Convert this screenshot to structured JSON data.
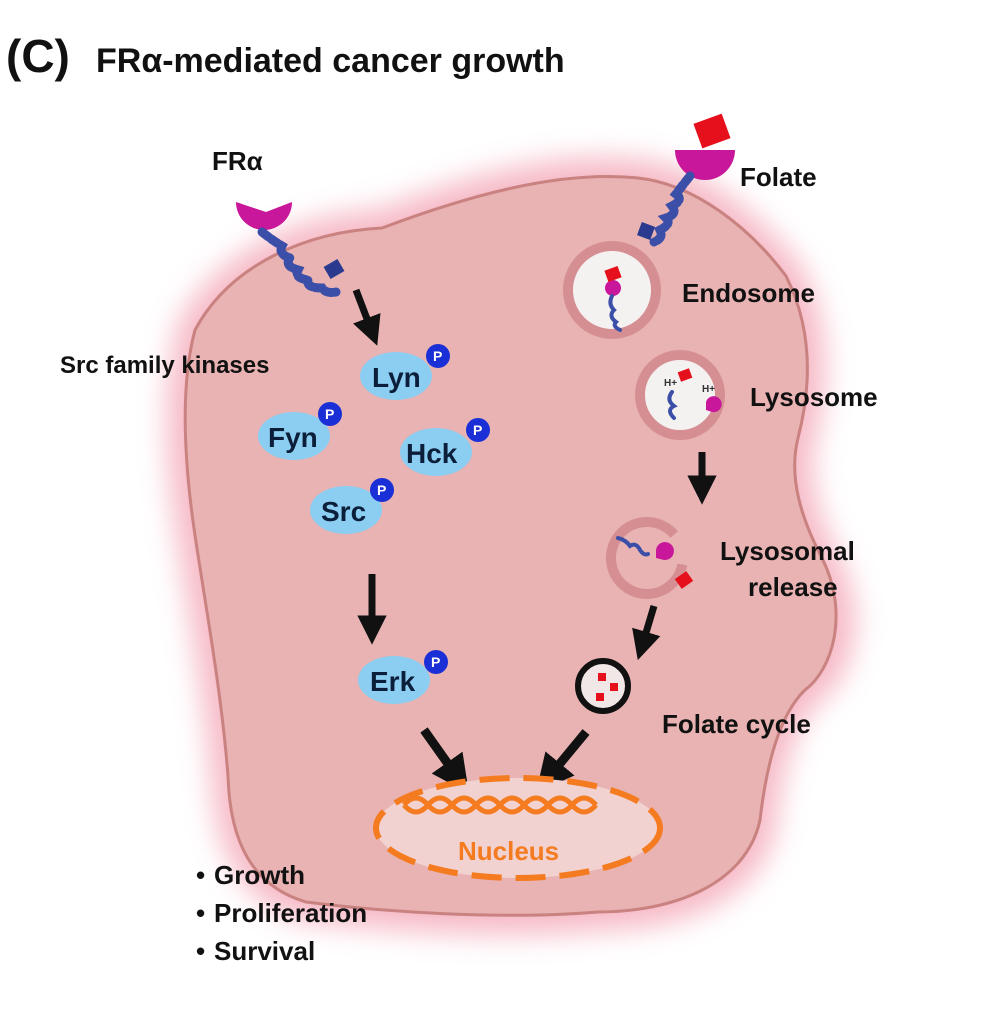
{
  "header": {
    "panel_label": "(C)",
    "title": "FRα-mediated cancer growth"
  },
  "labels": {
    "receptor": "FRα",
    "ligand": "Folate",
    "endosome": "Endosome",
    "lysosome": "Lysosome",
    "lysosomal_release_line1": "Lysosomal",
    "lysosomal_release_line2": "release",
    "folate_cycle": "Folate cycle",
    "src_family": "Src family  kinases",
    "nucleus": "Nucleus"
  },
  "kinases": {
    "lyn": "Lyn",
    "fyn": "Fyn",
    "hck": "Hck",
    "src": "Src",
    "erk": "Erk",
    "phospho": "P"
  },
  "lysosome_ions": {
    "left": "H+",
    "right": "H+"
  },
  "outcomes": {
    "bullet": "•",
    "items": [
      "Growth",
      "Proliferation",
      "Survival"
    ]
  },
  "colors": {
    "cell_fill": "#eab4b4",
    "cell_glow": "#f6b9c4",
    "receptor": "#c8179a",
    "folate": "#e5101b",
    "kinase": "#8ccdf2",
    "phospho": "#1a2fd6",
    "nucleus": "#f47b20",
    "linker": "#3b4fa8"
  }
}
